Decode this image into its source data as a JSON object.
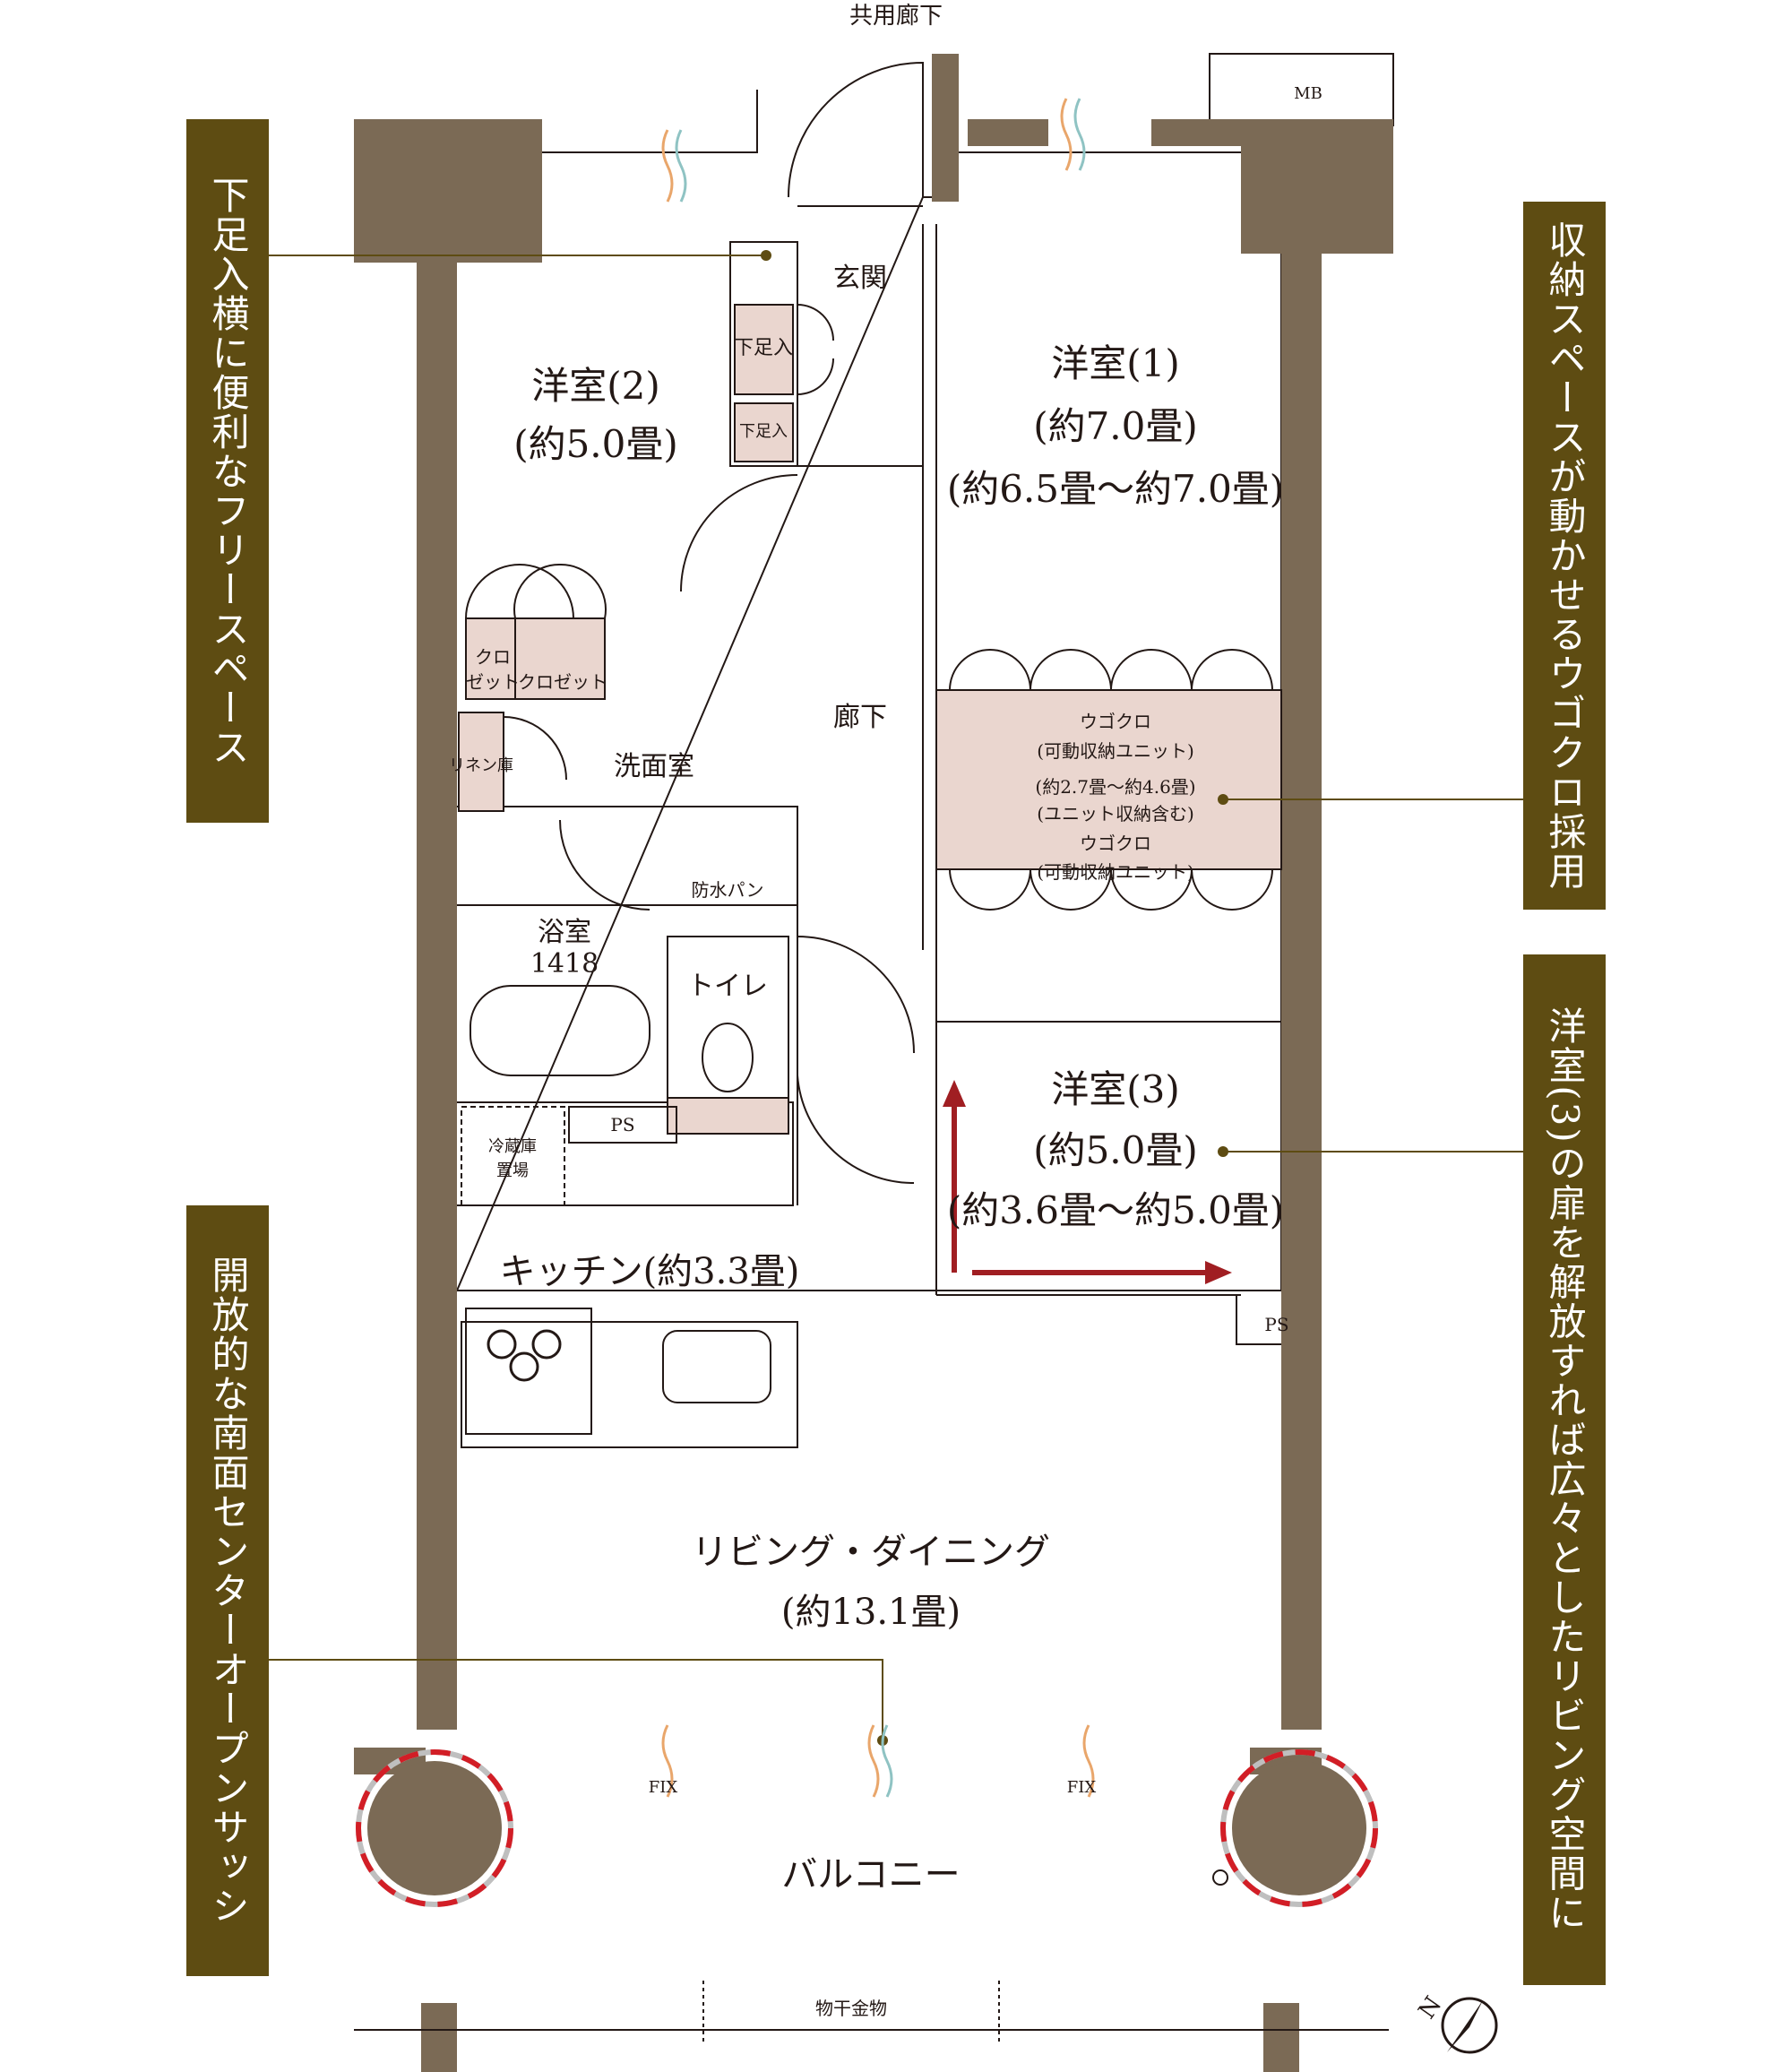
{
  "top_label": "共用廊下",
  "labels": {
    "mb": "MB",
    "entrance": "玄関",
    "shoe1": "下足入",
    "shoe2": "下足入",
    "room2_name": "洋室(2)",
    "room2_size": "(約5.0畳)",
    "room1_name": "洋室(1)",
    "room1_size": "(約7.0畳)",
    "room1_range": "(約6.5畳〜約7.0畳)",
    "closet1a": "クロ",
    "closet1b": "ゼット",
    "closet2": "クロゼット",
    "linen": "リネン庫",
    "hall": "廊下",
    "washroom": "洗面室",
    "waterpan": "防水パン",
    "bath": "浴室",
    "bath_num": "1418",
    "toilet": "トイレ",
    "ps1": "PS",
    "ps2": "PS",
    "fridge1": "冷蔵庫",
    "fridge2": "置場",
    "ugo1": "ウゴクロ",
    "ugo1_sub": "(可動収納ユニット)",
    "ugo_range": "(約2.7畳〜約4.6畳)",
    "ugo_incl": "(ユニット収納含む)",
    "ugo2": "ウゴクロ",
    "ugo2_sub": "(可動収納ユニット)",
    "room3_name": "洋室(3)",
    "room3_size": "(約5.0畳)",
    "room3_range": "(約3.6畳〜約5.0畳)",
    "kitchen": "キッチン(約3.3畳)",
    "living": "リビング・ダイニング",
    "living_size": "(約13.1畳)",
    "fix1": "FIX",
    "fix2": "FIX",
    "balcony": "バルコニー",
    "laundry": "物干金物",
    "north": "N"
  },
  "callouts": {
    "left_top": "下足入横に便利なフリースペース",
    "left_bottom": "開放的な南面センターオープンサッシ",
    "right_top": "収納スペースが動かせるウゴクロ採用",
    "right_bottom": "洋室(3)の扉を解放すれば広々としたリビング空間に"
  },
  "colors": {
    "wall": "#7b6a55",
    "callout_bg": "#5e4c12",
    "storage": "#ead6cf",
    "arrow": "#a01e22",
    "dash_red": "#d21e26"
  }
}
